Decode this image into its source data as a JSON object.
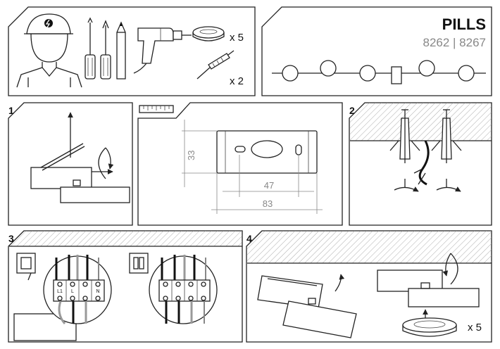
{
  "product": {
    "name": "PILLS",
    "codes": "8262 | 8267"
  },
  "tools": {
    "bulb_qty": "x 5",
    "plug_qty": "x 2"
  },
  "steps": {
    "s1": "1",
    "s2": "2",
    "s3": "3",
    "s4": "4"
  },
  "dimensions": {
    "height": "33",
    "hole_spacing": "47",
    "width": "83"
  },
  "terminals": {
    "t1": "L1",
    "t2": "L",
    "t3": "N"
  },
  "step4": {
    "bulb_qty": "x 5"
  }
}
